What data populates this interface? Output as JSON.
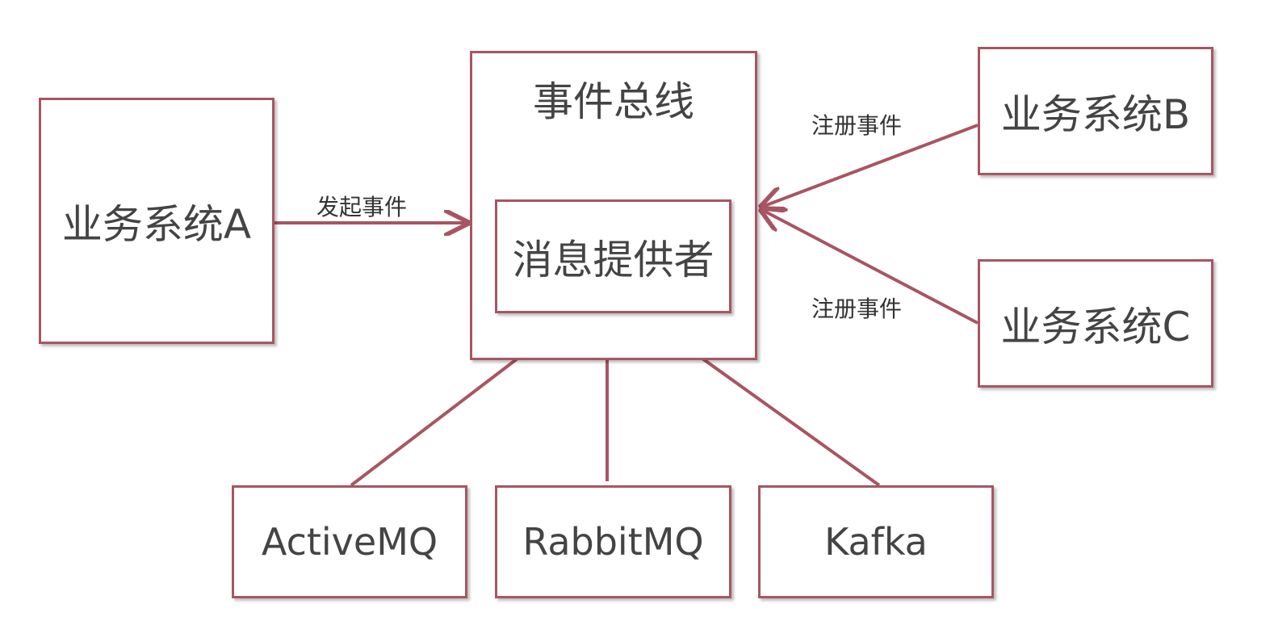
{
  "diagram": {
    "nodes": {
      "system_a": "业务系统A",
      "system_b": "业务系统B",
      "system_c": "业务系统C",
      "event_bus": "事件总线",
      "message_provider": "消息提供者",
      "activemq": "ActiveMQ",
      "rabbitmq": "RabbitMQ",
      "kafka": "Kafka"
    },
    "edges": {
      "a_to_bus": "发起事件",
      "b_to_bus": "注册事件",
      "c_to_bus": "注册事件"
    },
    "colors": {
      "border": "#a85563",
      "arrow": "#a85563",
      "text": "#444444"
    }
  }
}
